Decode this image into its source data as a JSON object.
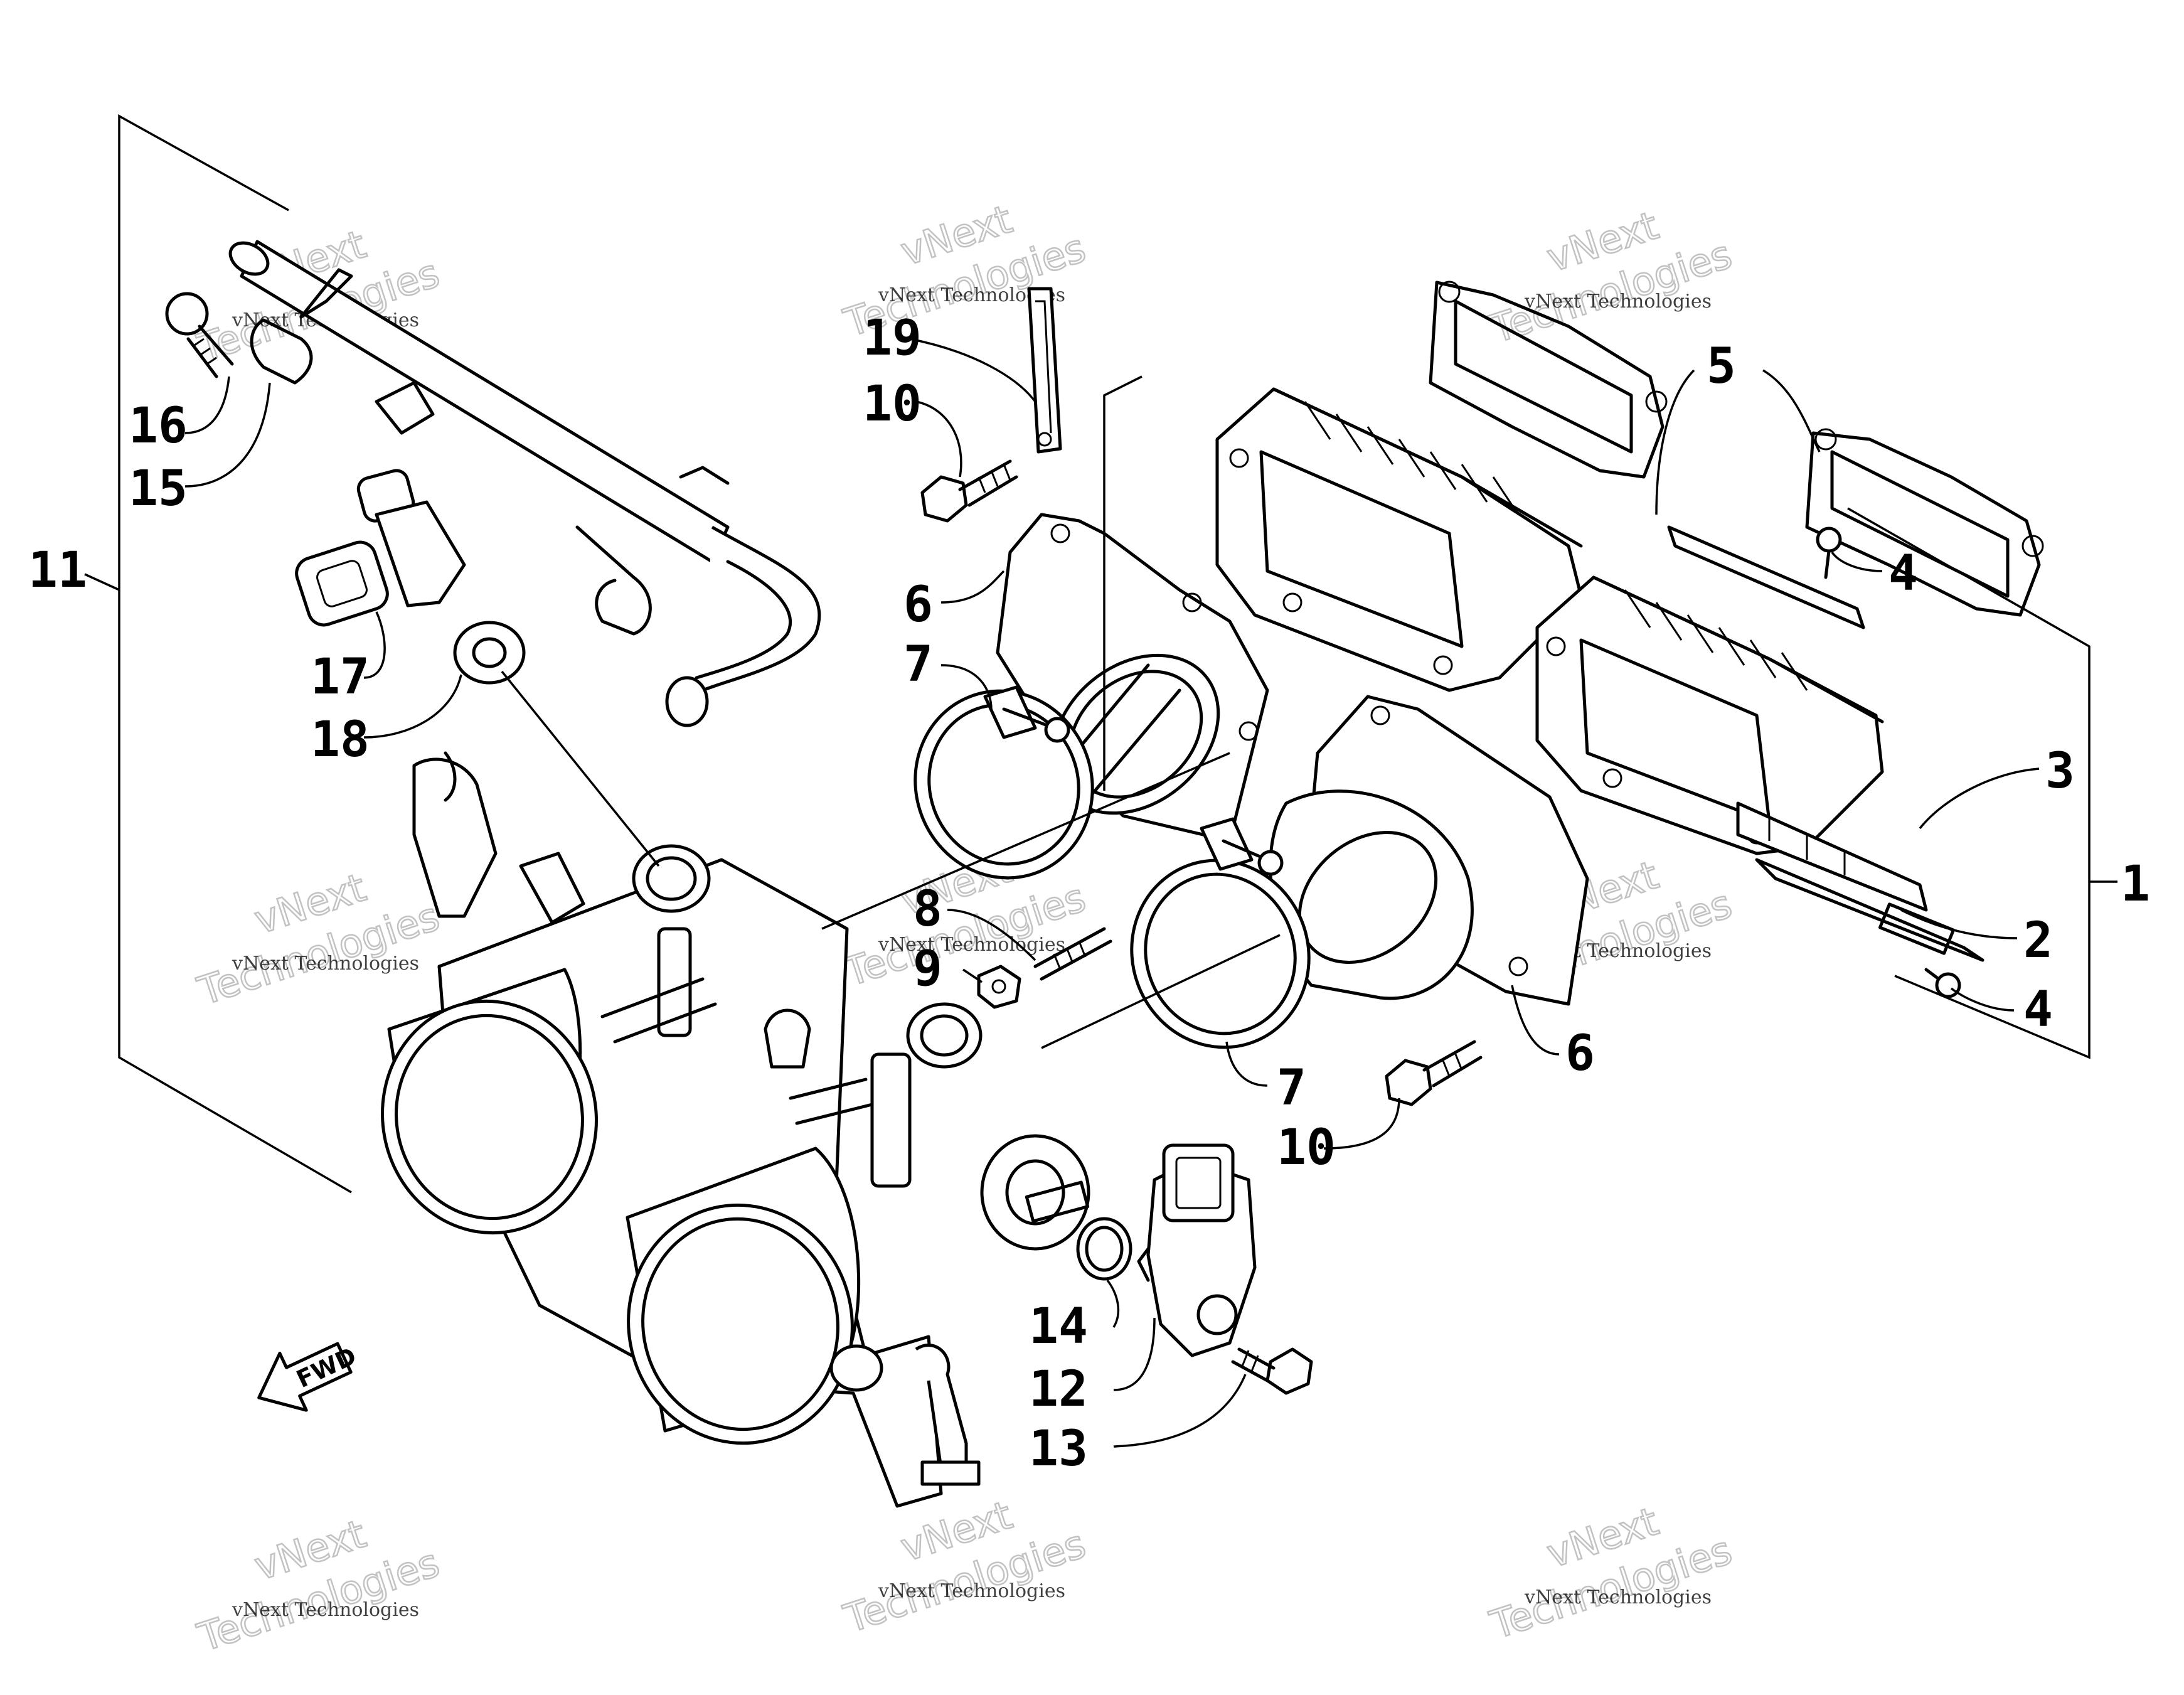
{
  "diagram": {
    "callouts": [
      {
        "id": "c1",
        "label": "1"
      },
      {
        "id": "c2",
        "label": "2"
      },
      {
        "id": "c3",
        "label": "3"
      },
      {
        "id": "c4a",
        "label": "4"
      },
      {
        "id": "c4b",
        "label": "4"
      },
      {
        "id": "c5",
        "label": "5"
      },
      {
        "id": "c6a",
        "label": "6"
      },
      {
        "id": "c6b",
        "label": "6"
      },
      {
        "id": "c7a",
        "label": "7"
      },
      {
        "id": "c7b",
        "label": "7"
      },
      {
        "id": "c8",
        "label": "8"
      },
      {
        "id": "c9",
        "label": "9"
      },
      {
        "id": "c10a",
        "label": "10"
      },
      {
        "id": "c10b",
        "label": "10"
      },
      {
        "id": "c11",
        "label": "11"
      },
      {
        "id": "c12",
        "label": "12"
      },
      {
        "id": "c13",
        "label": "13"
      },
      {
        "id": "c14",
        "label": "14"
      },
      {
        "id": "c15",
        "label": "15"
      },
      {
        "id": "c16",
        "label": "16"
      },
      {
        "id": "c17",
        "label": "17"
      },
      {
        "id": "c18",
        "label": "18"
      },
      {
        "id": "c19",
        "label": "19"
      }
    ],
    "direction_arrow": "FWD",
    "watermark": {
      "small_text": "vNext Technologies",
      "big_line1": "vNext",
      "big_line2": "Technologies"
    }
  }
}
